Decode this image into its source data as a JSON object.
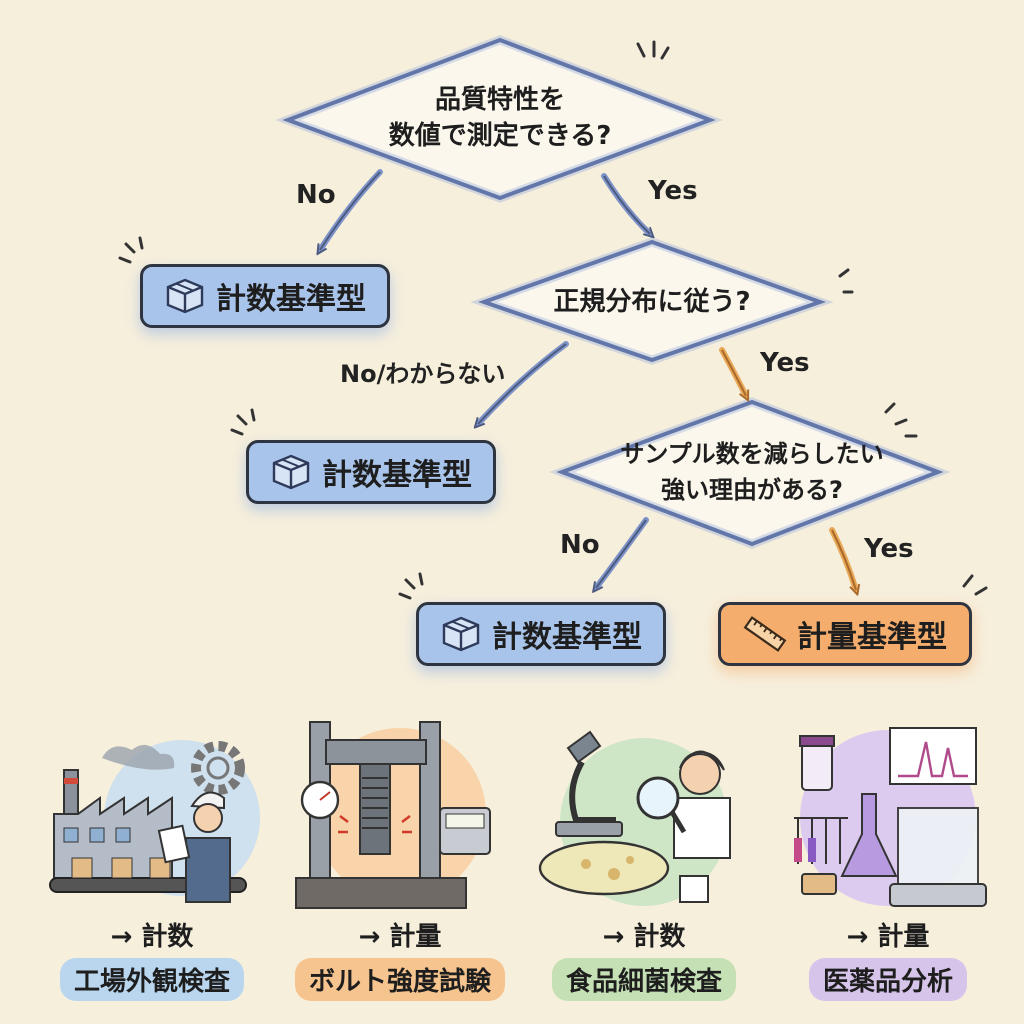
{
  "flow": {
    "q1": {
      "line1": "品質特性を",
      "line2": "数値で測定できる?"
    },
    "q2": {
      "text": "正規分布に従う?"
    },
    "q3": {
      "line1": "サンプル数を減らしたい",
      "line2": "強い理由がある?"
    },
    "branches": {
      "q1_no": "No",
      "q1_yes": "Yes",
      "q2_no": "No/わからない",
      "q2_yes": "Yes",
      "q3_no": "No",
      "q3_yes": "Yes"
    },
    "results": {
      "r1": "計数基準型",
      "r2": "計数基準型",
      "r3": "計数基準型",
      "r4": "計量基準型"
    }
  },
  "examples": [
    {
      "result": "→ 計数",
      "tag": "工場外観検査",
      "tag_color": "#b9d6ee"
    },
    {
      "result": "→ 計量",
      "tag": "ボルト強度試験",
      "tag_color": "#f6c48e"
    },
    {
      "result": "→ 計数",
      "tag": "食品細菌検査",
      "tag_color": "#c4e0b4"
    },
    {
      "result": "→ 計量",
      "tag": "医薬品分析",
      "tag_color": "#d6c4ea"
    }
  ],
  "colors": {
    "background": "#f6efdc",
    "diamond_fill": "#fbf7ec",
    "diamond_border": "#6f86c0",
    "count_box": "#a9c4ea",
    "measure_box": "#f4ad6c",
    "arrow_blue": "#6f86c0",
    "arrow_orange": "#e3a04a"
  },
  "icons": {
    "count": "package-box-icon",
    "measure": "ruler-icon"
  }
}
